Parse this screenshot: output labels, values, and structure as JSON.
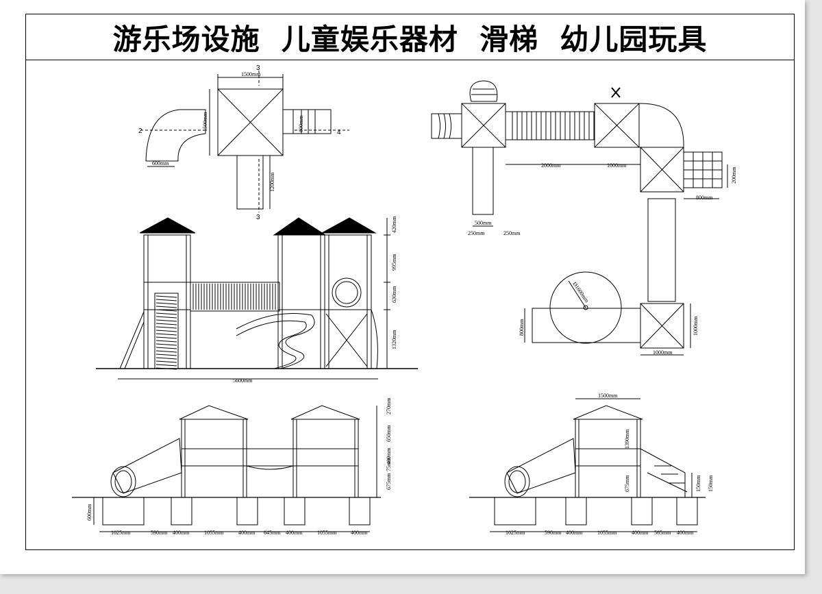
{
  "title": "游乐场设施  儿童娱乐器材  滑梯  幼儿园玩具",
  "plan_left": {
    "labels": {
      "top": "3",
      "bottom": "3",
      "left": "2",
      "right": "4"
    },
    "dims": {
      "top_width": "1500mm",
      "left_height": "1500mm",
      "stair_height": "600mm",
      "slide_width": "600mm",
      "chute_length": "1200mm"
    }
  },
  "plan_right": {
    "dims": {
      "bridge": "2000mm",
      "tower_gap": "1000mm",
      "ladder_width": "800mm",
      "ladder_height": "200mm",
      "post_width": "500mm",
      "offset_left": "250mm",
      "offset_right": "250mm",
      "tube_dia": "Ø1600mm",
      "slide_depth": "800mm",
      "base_height": "1000mm",
      "base_width": "1000mm"
    }
  },
  "elevation_front": {
    "dims": {
      "roof": "420mm",
      "upper": "995mm",
      "middle": "630mm",
      "lower": "1320mm",
      "total_width": "5600mm"
    }
  },
  "elevation_bottom_left": {
    "heights": [
      "270mm",
      "650mm",
      "400mm",
      "75mm",
      "675mm",
      "600mm"
    ],
    "widths": [
      "1025mm",
      "590mm",
      "400mm",
      "1055mm",
      "400mm",
      "645mm",
      "400mm",
      "1055mm",
      "400mm"
    ]
  },
  "elevation_bottom_right": {
    "top_width": "1500mm",
    "heights": [
      "1390mm",
      "675mm",
      "150mm",
      "150mm"
    ],
    "widths": [
      "1025mm",
      "590mm",
      "400mm",
      "1055mm",
      "400mm",
      "565mm",
      "400mm"
    ]
  }
}
